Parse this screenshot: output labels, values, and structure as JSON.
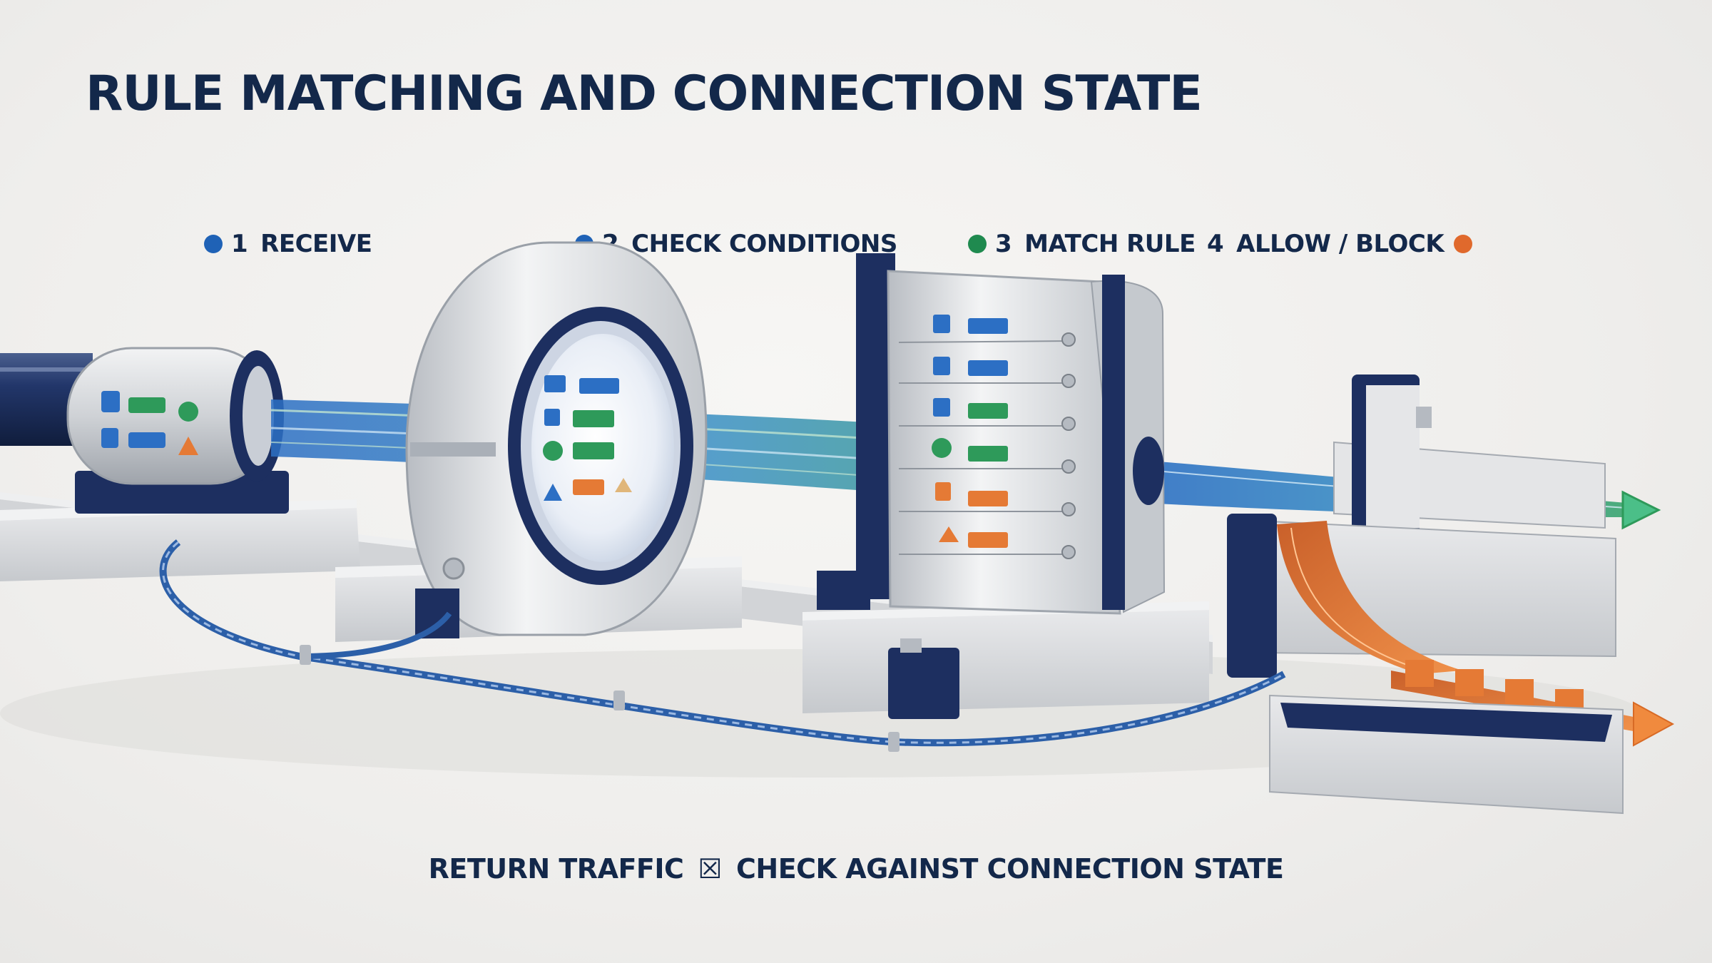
{
  "title": "RULE MATCHING AND CONNECTION STATE",
  "steps": [
    {
      "num": "1",
      "label": "RECEIVE",
      "color": "#1f62b6"
    },
    {
      "num": "2",
      "label": "CHECK CONDITIONS",
      "color": "#1f62b6"
    },
    {
      "num": "3",
      "label": "MATCH RULE",
      "color": "#1f8a4f"
    },
    {
      "num": "4",
      "label": "ALLOW / BLOCK",
      "color": "#e0692c"
    }
  ],
  "footer": {
    "left": "RETURN TRAFFIC",
    "separator": "☒",
    "right": "CHECK AGAINST CONNECTION STATE"
  },
  "colors": {
    "navy": "#1b2f5e",
    "blue": "#2c6fc4",
    "green": "#2e9a5a",
    "orange": "#e57a35",
    "metal": "#d9dadc"
  }
}
